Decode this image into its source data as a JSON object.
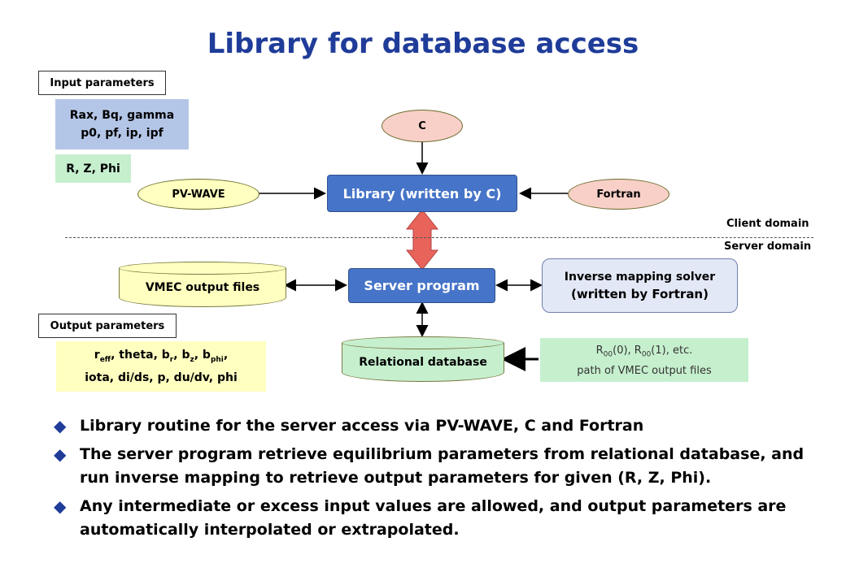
{
  "title": "Library for database access",
  "input_params": {
    "label": "Input parameters",
    "box1_line1": "Rax, Bq, gamma",
    "box1_line2": "p0, pf, ip, ipf",
    "box2": "R, Z, Phi"
  },
  "output_params": {
    "label": "Output parameters",
    "r_prefix": "r",
    "r_sub": "eff",
    "theta": ", theta, b",
    "br_sub": "r",
    "bz_pre": ", b",
    "bz_sub": "z",
    "bphi_pre": ", b",
    "bphi_sub": "phi",
    "line1_tail": ",",
    "line2": "iota, di/ds, p, du/dv, phi"
  },
  "nodes": {
    "c": "C",
    "library": "Library (written by C)",
    "pvwave": "PV-WAVE",
    "fortran": "Fortran",
    "server": "Server program",
    "vmec": "VMEC output files",
    "solver_line1": "Inverse mapping solver",
    "solver_line2": "(written by Fortran)",
    "database": "Relational database",
    "rdb_input_r00a": "R",
    "rdb_input_sub_a": "00",
    "rdb_input_mid": "(0), R",
    "rdb_input_sub_b": "00",
    "rdb_input_end": "(1), etc.",
    "rdb_input_line2": "path of VMEC output files"
  },
  "domains": {
    "client": "Client domain",
    "server": "Server domain"
  },
  "bullets": [
    "Library routine for the server access via PV-WAVE, C and Fortran",
    "The server program retrieve equilibrium parameters from relational database, and run inverse mapping to retrieve output parameters for given (R, Z, Phi).",
    "Any intermediate or excess input values are allowed, and output parameters are automatically interpolated or extrapolated."
  ],
  "colors": {
    "title": "#1f3c99",
    "library_box": "#4674c8",
    "input_box": "#b4c6e7",
    "green_box": "#c6efce",
    "yellow": "#ffffc0",
    "pink": "#f8d0c8",
    "arrow_red": "#e8635a"
  }
}
